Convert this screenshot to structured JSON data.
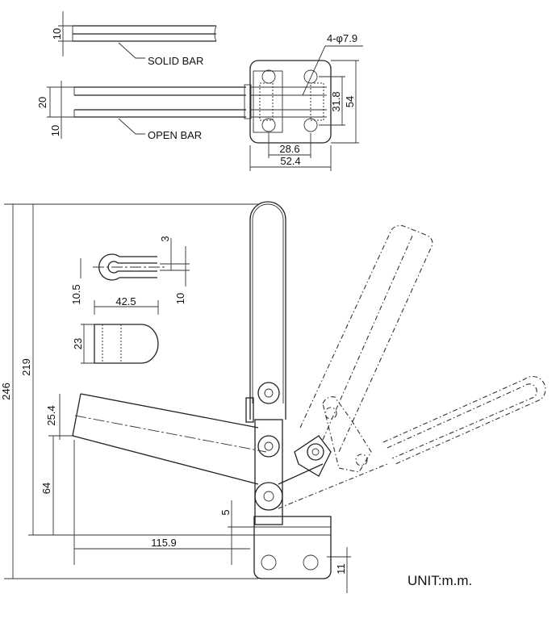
{
  "top_view": {
    "solid_bar_label": "SOLID BAR",
    "open_bar_label": "OPEN BAR",
    "solid_bar_thickness": "10",
    "open_bar_width": "20",
    "open_bar_thickness": "10",
    "hole_spec": "4-φ7.9",
    "hole_spacing_v": "31.8",
    "plate_height": "54",
    "hole_spacing_h": "28.6",
    "plate_width": "52.4"
  },
  "side_view": {
    "overall_height": "246",
    "handle_height": "219",
    "arm_width": "25.4",
    "arm_height": "64",
    "reach": "115.9",
    "base_thickness": "5",
    "hole_offset": "11",
    "fork_slot": "3",
    "fork_width": "10",
    "fork_radius": "10.5",
    "pad_length": "42.5",
    "pad_height": "23"
  },
  "unit_label": "UNIT:m.m."
}
